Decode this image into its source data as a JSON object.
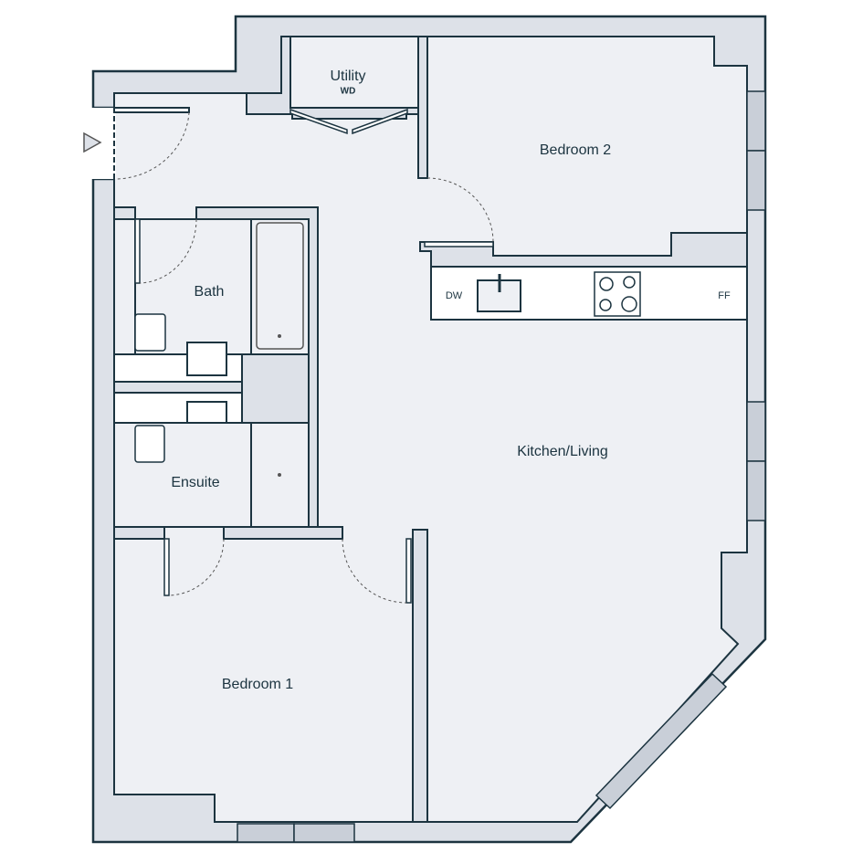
{
  "rooms": {
    "utility": "Utility",
    "utility_note": "WD",
    "bedroom2": "Bedroom 2",
    "bath": "Bath",
    "ensuite": "Ensuite",
    "kitchen_living": "Kitchen/Living",
    "bedroom1": "Bedroom 1"
  },
  "appliances": {
    "dishwasher": "DW",
    "fridge_freezer": "FF"
  },
  "colors": {
    "wall": "#dde1e8",
    "line": "#1c3440",
    "floor": "#eef0f4",
    "window": "#c9cfd8"
  }
}
